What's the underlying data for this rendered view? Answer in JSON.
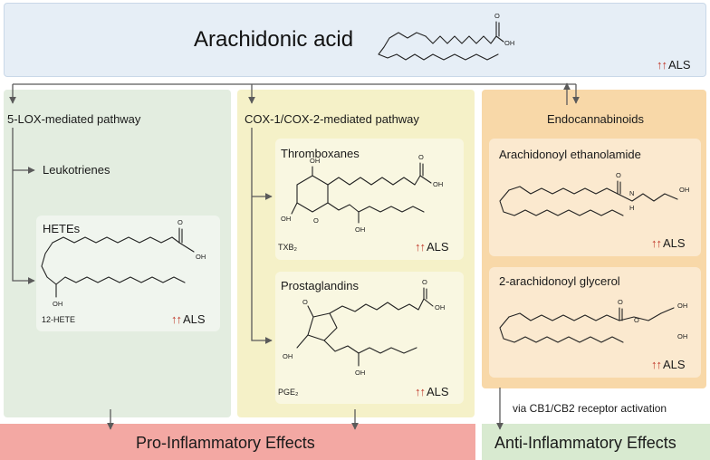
{
  "title": "Arachidonic acid",
  "colors": {
    "top_bg": "#e6eef6",
    "lox_bg": "#e3ede0",
    "cox_bg": "#f5f1c8",
    "endo_bg": "#f8d8a8",
    "pro_bg": "#f3a8a3",
    "anti_bg": "#d8ead0",
    "arrow_up": "#c0392b"
  },
  "als_marker": {
    "arrows": "↑↑",
    "label": "ALS"
  },
  "atoms": {
    "oh": "OH",
    "o": "O",
    "h": "H",
    "n": "N"
  },
  "lox": {
    "title": "5-LOX-mediated pathway",
    "leukotrienes": "Leukotrienes",
    "hetes": {
      "title": "HETEs",
      "compound": "12-HETE"
    }
  },
  "cox": {
    "title": "COX-1/COX-2-mediated pathway",
    "thromboxanes": {
      "title": "Thromboxanes",
      "compound": "TXB₂"
    },
    "prostaglandins": {
      "title": "Prostaglandins",
      "compound": "PGE₂"
    }
  },
  "endo": {
    "title": "Endocannabinoids",
    "aea": {
      "title": "Arachidonoyl ethanolamide"
    },
    "ag": {
      "title": "2-arachidonoyl glycerol"
    },
    "receptor_note": "via CB1/CB2 receptor activation"
  },
  "effects": {
    "pro": "Pro-Inflammatory Effects",
    "anti": "Anti-Inflammatory Effects"
  }
}
